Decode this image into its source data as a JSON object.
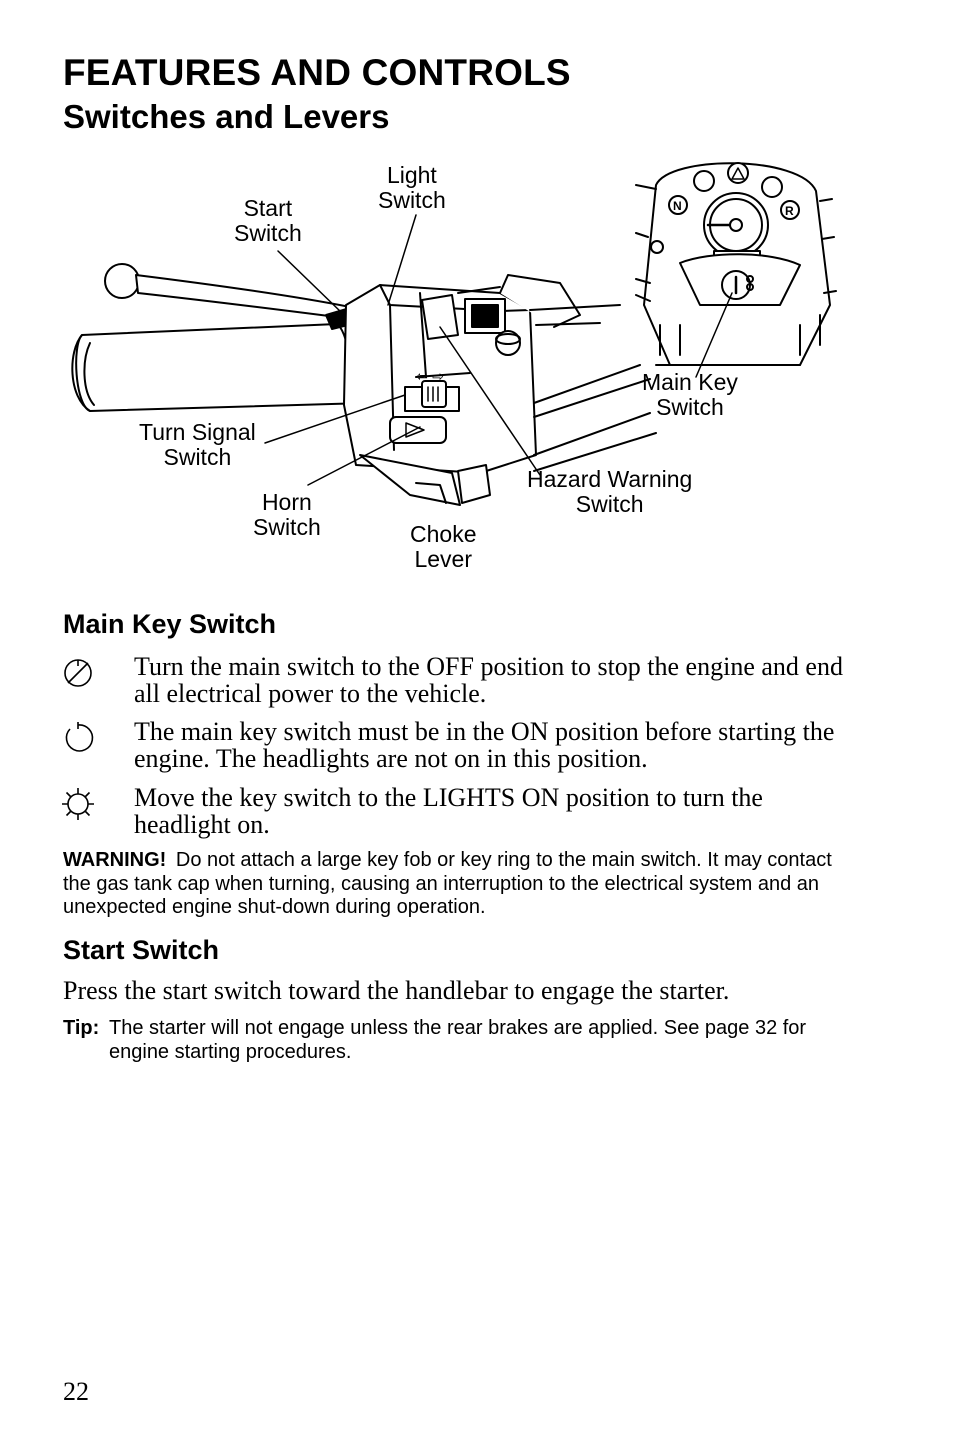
{
  "header": {
    "title": "FEATURES AND CONTROLS",
    "subtitle": "Switches and Levers"
  },
  "figure": {
    "labels": {
      "light_switch": [
        "Light",
        "Switch"
      ],
      "start_switch": [
        "Start",
        "Switch"
      ],
      "turn_signal_switch": [
        "Turn Signal",
        "Switch"
      ],
      "horn_switch": [
        "Horn",
        "Switch"
      ],
      "choke_lever": [
        "Choke",
        "Lever"
      ],
      "hazard_warning_switch": [
        "Hazard Warning",
        "Switch"
      ],
      "main_key_switch": [
        "Main Key",
        "Switch"
      ]
    },
    "gauge_letters": {
      "neutral": "N",
      "reverse": "R"
    }
  },
  "main_key_switch": {
    "heading": "Main Key Switch",
    "items": [
      {
        "icon": "off-position-icon",
        "text": "Turn the main switch to the OFF position to stop the engine and end all electrical power to the vehicle."
      },
      {
        "icon": "on-position-icon",
        "text": "The main key switch must be in the ON position before starting the engine. The headlights are not on in this position."
      },
      {
        "icon": "lights-on-icon",
        "text": "Move the key switch to the LIGHTS ON position to turn the headlight on."
      }
    ],
    "warning_label": "WARNING!",
    "warning_text": "Do not attach a large key fob or key ring to the main switch. It may contact the gas tank cap when turning, causing an interruption to the electrical system and an unexpected engine shut-down during operation."
  },
  "start_switch": {
    "heading": "Start Switch",
    "body": "Press the start switch toward the handlebar to engage the starter.",
    "tip_label": "Tip:",
    "tip_text": "The starter will not engage unless the rear brakes are applied. See page 32 for engine starting procedures."
  },
  "page_number": "22"
}
